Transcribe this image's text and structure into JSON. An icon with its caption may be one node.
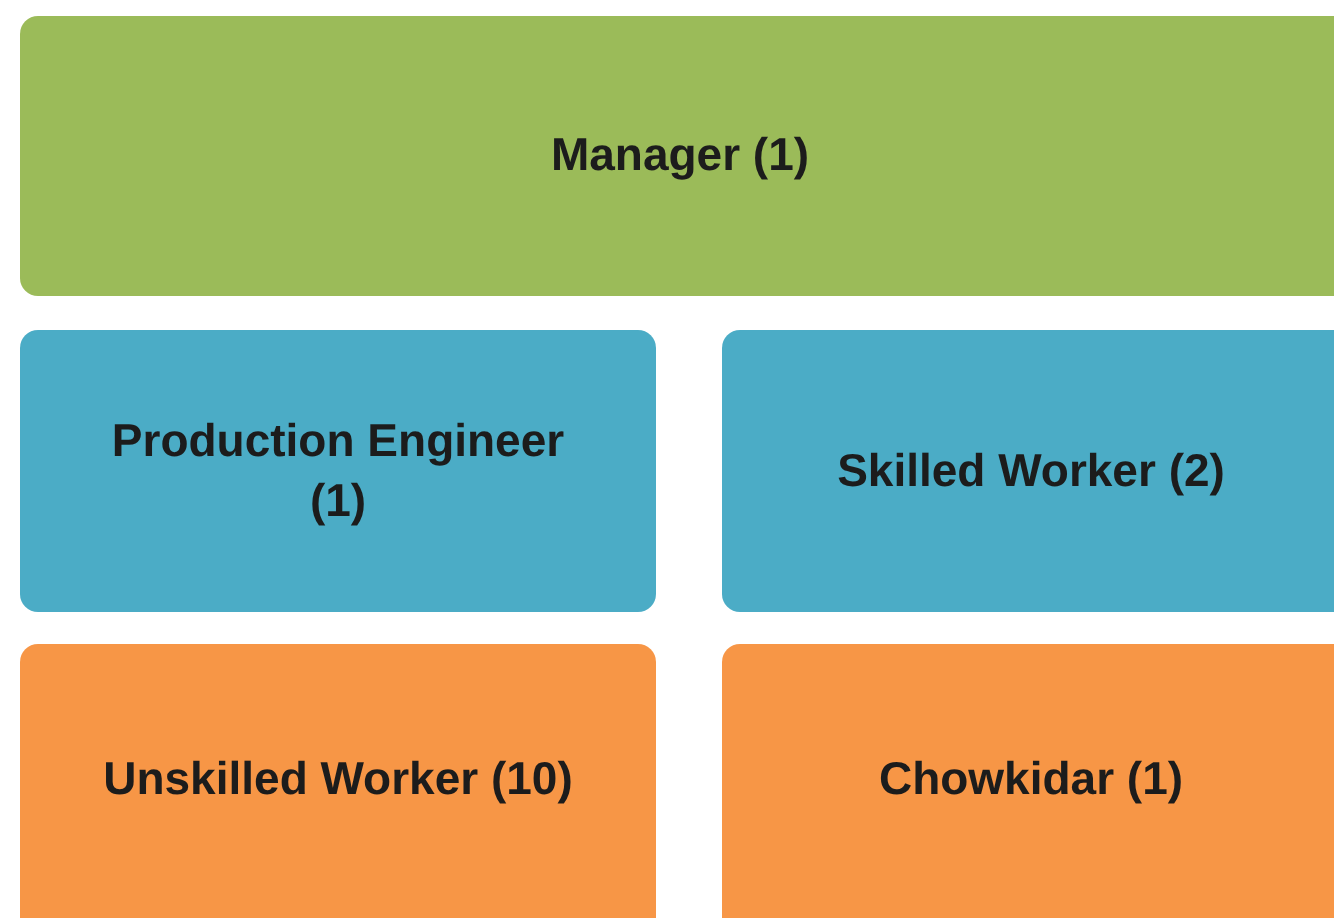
{
  "diagram": {
    "nodes": [
      {
        "text": [
          "Manager (1)"
        ]
      },
      {
        "text": [
          "Production Engineer (1)"
        ]
      },
      {
        "text": [
          "Skilled Worker (2)"
        ]
      },
      {
        "text": [
          "Unskilled Worker (10)"
        ]
      },
      {
        "text": [
          "Chowkidar (1)"
        ]
      }
    ]
  }
}
